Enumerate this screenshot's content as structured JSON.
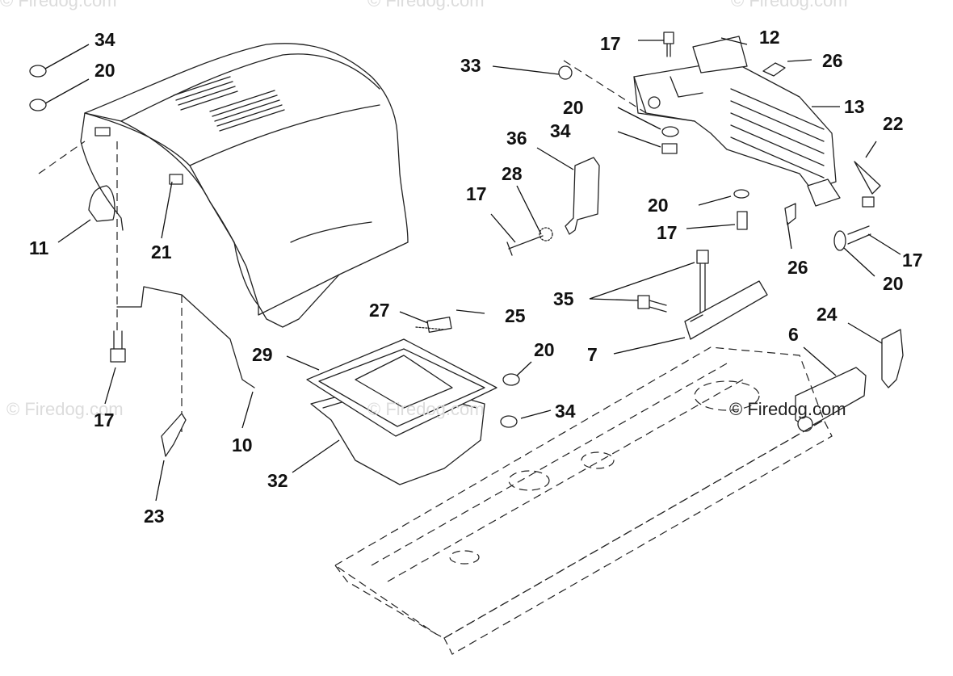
{
  "watermark": {
    "text": "© Firedog.com",
    "main_text": "© Firedog.com"
  },
  "labels": {
    "l34a": "34",
    "l20a": "20",
    "l11": "11",
    "l21": "21",
    "l17a": "17",
    "l12": "12",
    "l26a": "26",
    "l33": "33",
    "l13": "13",
    "l20b": "20",
    "l34b": "34",
    "l36": "36",
    "l22": "22",
    "l28": "28",
    "l17b": "17",
    "l20c": "20",
    "l17c": "17",
    "l26b": "26",
    "l17d": "17",
    "l20d": "20",
    "l35": "35",
    "l24": "24",
    "l6": "6",
    "l7": "7",
    "l27": "27",
    "l25": "25",
    "l29": "29",
    "l20e": "20",
    "l34c": "34",
    "l17e": "17",
    "l10": "10",
    "l32": "32",
    "l23": "23"
  }
}
